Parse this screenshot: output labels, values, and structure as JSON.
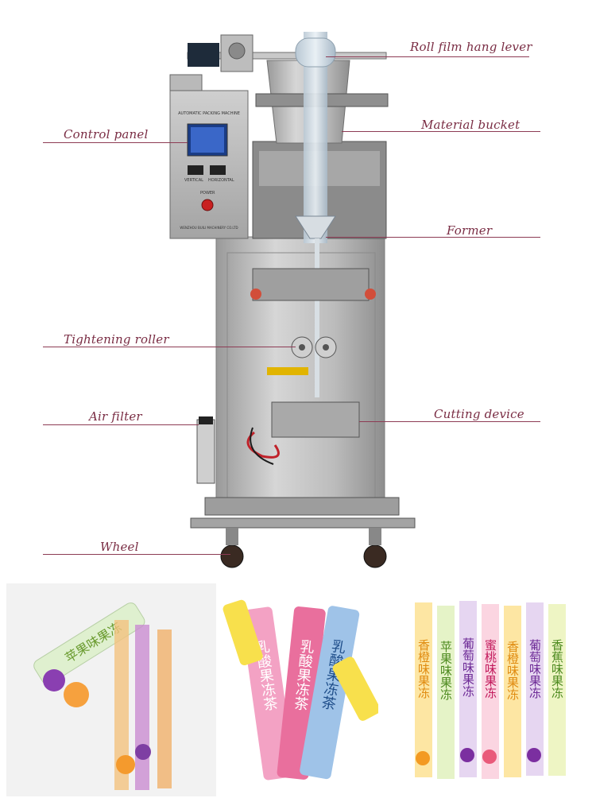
{
  "callouts": {
    "roll_film": "Roll film hang lever",
    "material_bucket": "Material bucket",
    "control_panel": "Control panel",
    "former": "Former",
    "tightening_roller": "Tightening roller",
    "air_filter": "Air filter",
    "cutting_device": "Cutting device",
    "wheel": "Wheel"
  },
  "panel_text": {
    "top": "AUTOMATIC PACKING MACHINE",
    "vertical": "VERTICAL",
    "horizontal": "HORIZONTAL",
    "power": "POWER",
    "company": "WENZHOU BUILI MACHINERY CO.LTD"
  },
  "packs": {
    "pack1_a": "苹果味果冻",
    "pack2_a": "乳酸果冻茶",
    "pack2_b": "乳酸果冻茶",
    "pack2_c": "乳酸果冻茶",
    "pack3_a": "香橙味果冻",
    "pack3_b": "苹果味果冻",
    "pack3_c": "葡萄味果冻",
    "pack3_d": "蜜桃味果冻",
    "pack3_e": "香橙味果冻",
    "pack3_f": "葡萄味果冻",
    "pack3_g": "香蕉味果冻"
  },
  "colors": {
    "callout": "#7a2d44",
    "steel": "#b9b9b9"
  }
}
